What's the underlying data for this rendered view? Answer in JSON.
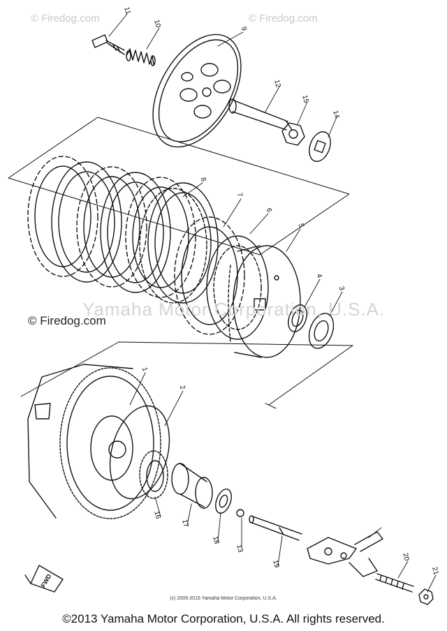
{
  "watermarks": {
    "top_left": "© Firedog.com",
    "top_right": "© Firedog.com",
    "left_mid": "© Firedog.com",
    "ghost": "Yamaha Motor Corporation, U.S.A."
  },
  "parts": [
    {
      "label": "1"
    },
    {
      "label": "2"
    },
    {
      "label": "3"
    },
    {
      "label": "4"
    },
    {
      "label": "5"
    },
    {
      "label": "6"
    },
    {
      "label": "7"
    },
    {
      "label": "8"
    },
    {
      "label": "9"
    },
    {
      "label": "10"
    },
    {
      "label": "11"
    },
    {
      "label": "12"
    },
    {
      "label": "13"
    },
    {
      "label": "14"
    },
    {
      "label": "15"
    },
    {
      "label": "16"
    },
    {
      "label": "17"
    },
    {
      "label": "18"
    },
    {
      "label": "19"
    },
    {
      "label": "20"
    },
    {
      "label": "21"
    }
  ],
  "front_marker": "FWD",
  "small_copyright": "(c) 2005-2015 Yamaha Motor Corporation, U.S.A.",
  "footer_copyright": "©2013 Yamaha Motor Corporation, U.S.A. All rights reserved."
}
